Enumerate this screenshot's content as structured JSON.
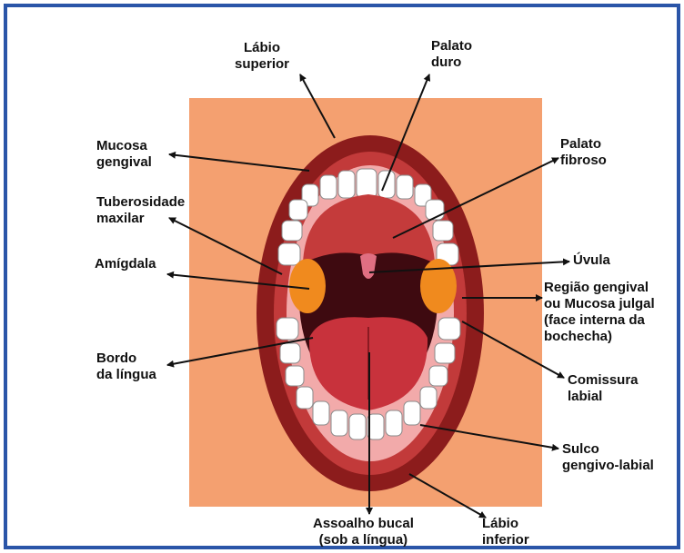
{
  "colors": {
    "border": "#2a55a8",
    "background_square": "#f4a070",
    "lip_outer": "#8c1c1c",
    "lip_inner": "#c23a3a",
    "gum": "#f2aaaa",
    "mouth_dark": "#3e0a10",
    "palate": "#c43b3b",
    "tongue": "#c8323c",
    "tonsil": "#f08a1e",
    "leader": "#111111"
  },
  "labels": {
    "labio_superior": [
      "Lábio",
      "superior"
    ],
    "palato_duro": [
      "Palato",
      "duro"
    ],
    "mucosa_gengival": [
      "Mucosa",
      "gengival"
    ],
    "palato_fibroso": [
      "Palato",
      "fibroso"
    ],
    "tuberosidade_maxilar": [
      "Tuberosidade",
      "maxilar"
    ],
    "uvula": [
      "Úvula"
    ],
    "amigdala": [
      "Amígdala"
    ],
    "regiao_gengival": [
      "Região gengival",
      "ou Mucosa julgal",
      "(face interna da",
      "bochecha)"
    ],
    "bordo_lingua": [
      "Bordo",
      "da língua"
    ],
    "comissura_labial": [
      "Comissura",
      "labial"
    ],
    "sulco_gengivo_labial": [
      "Sulco",
      "gengivo-labial"
    ],
    "assoalho_bucal": [
      "Assoalho bucal",
      "(sob a língua)"
    ],
    "labio_inferior": [
      "Lábio",
      "inferior"
    ]
  }
}
